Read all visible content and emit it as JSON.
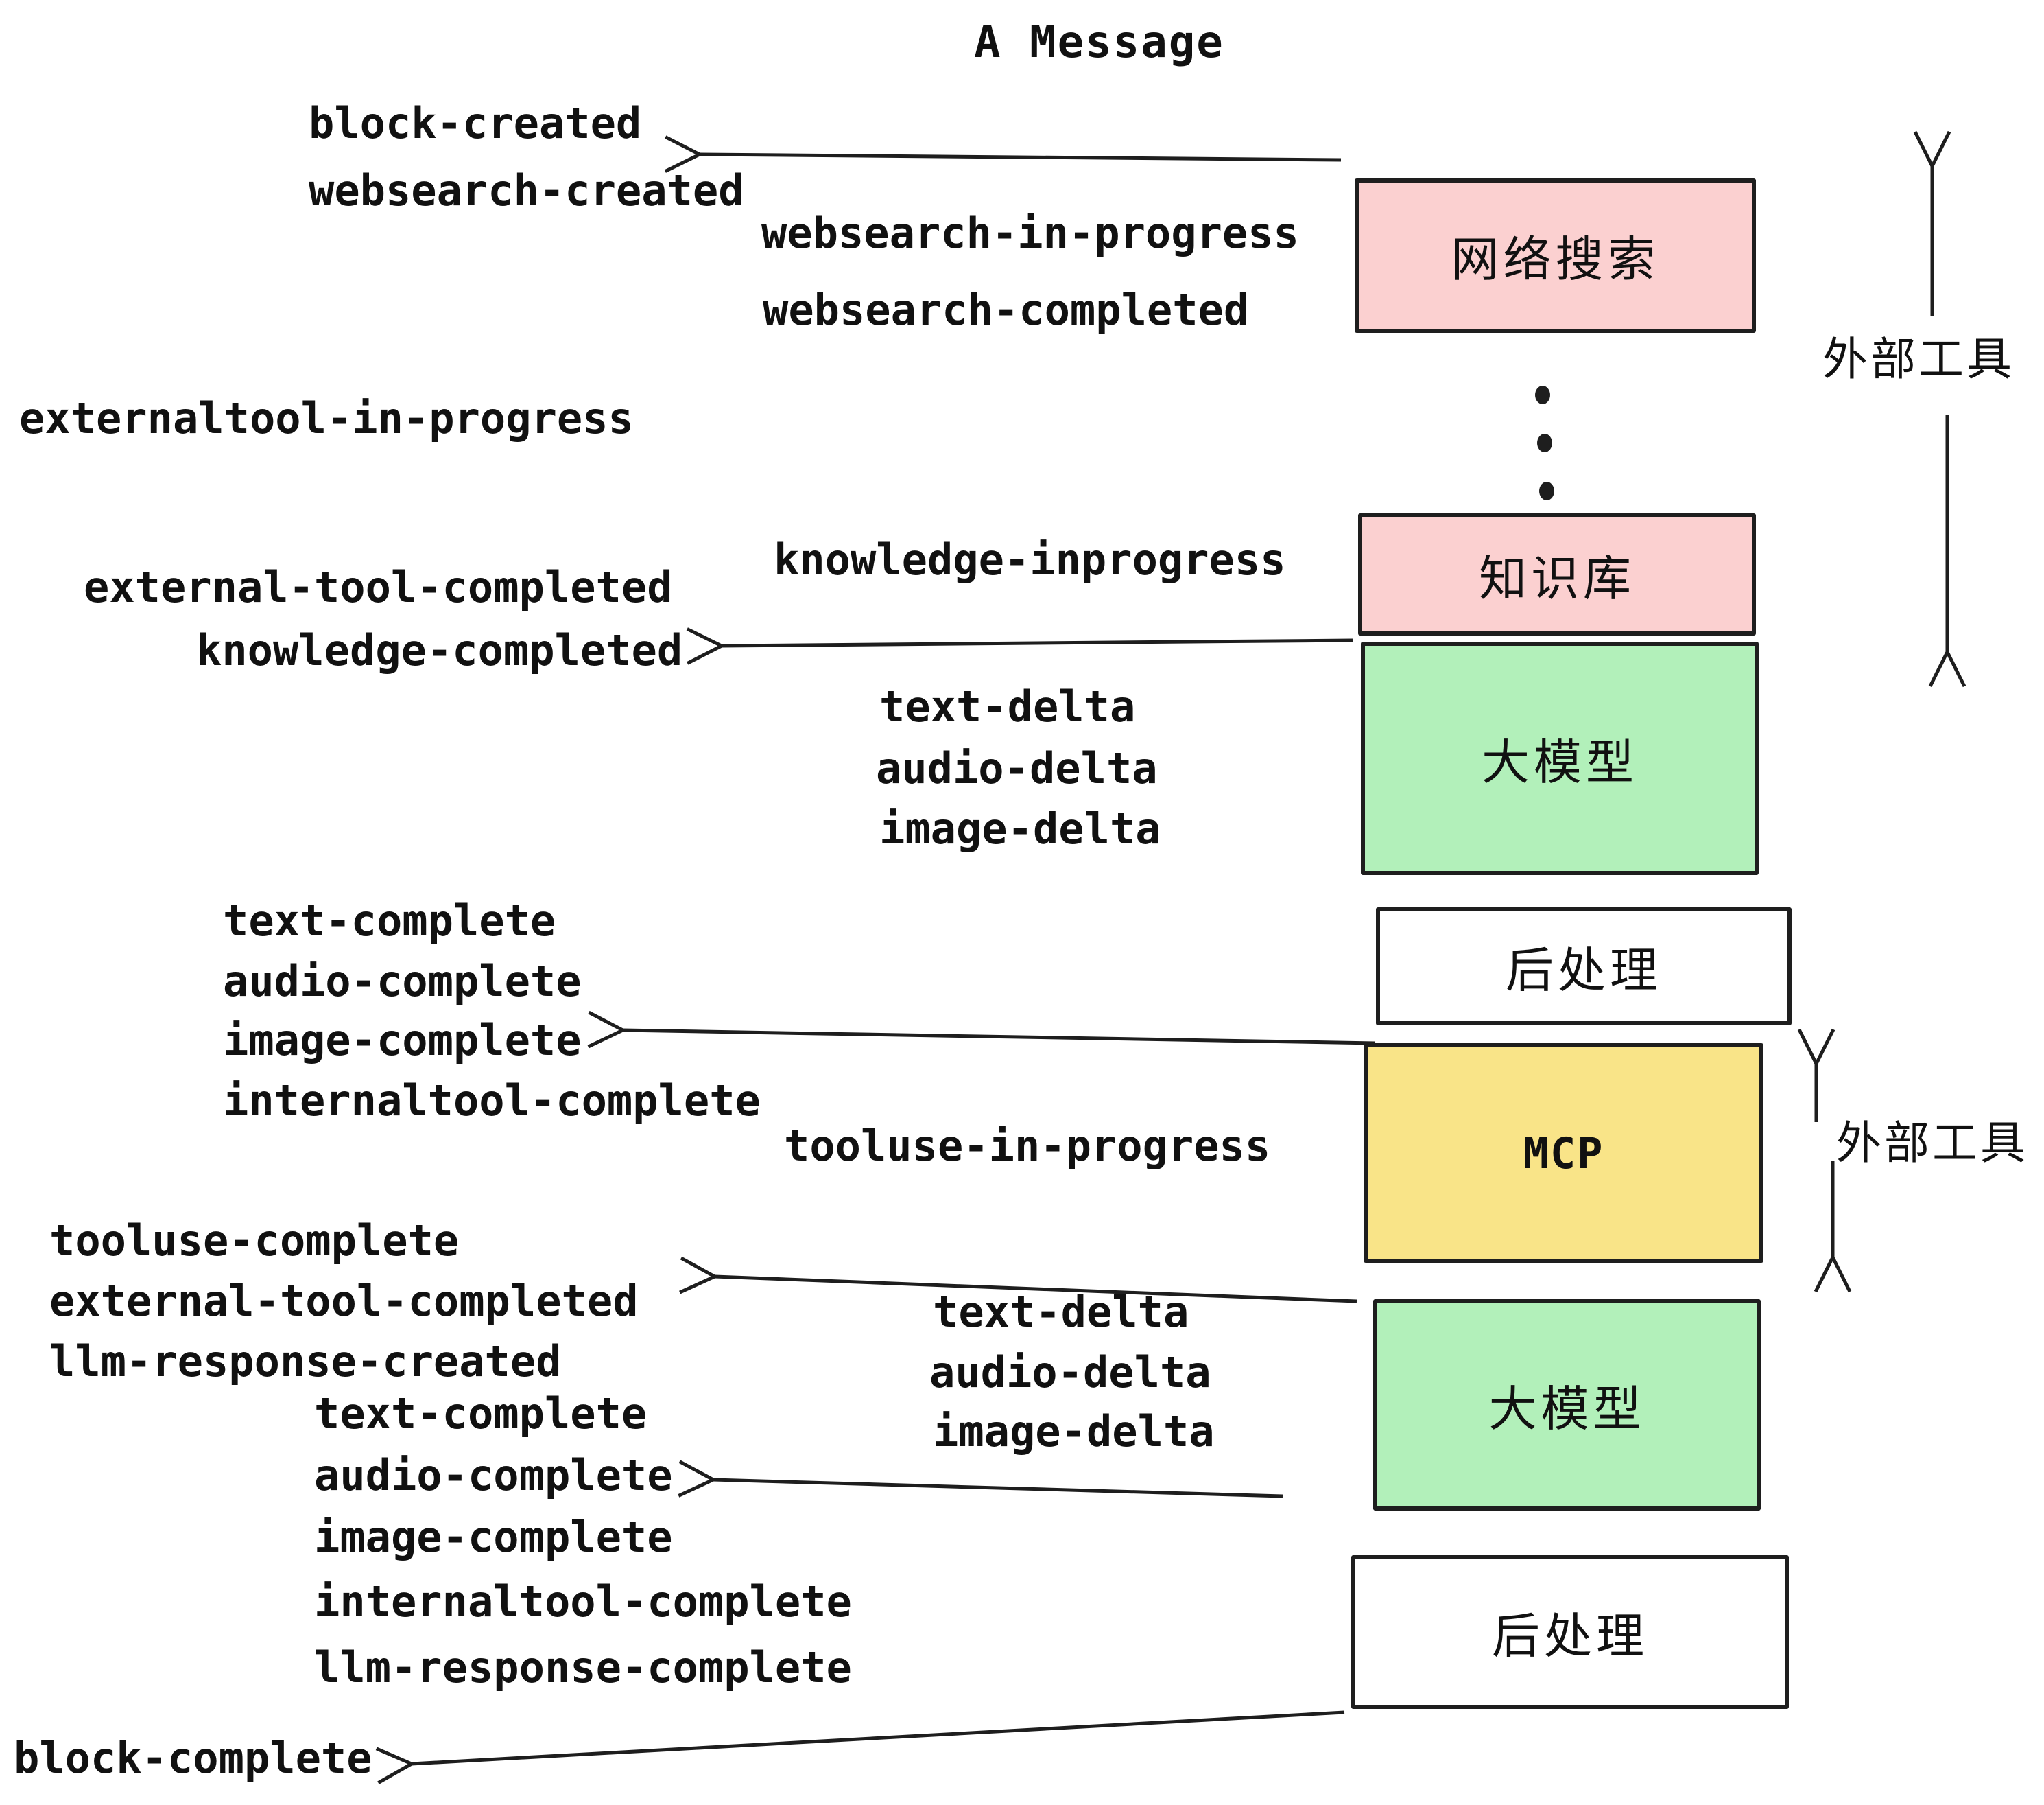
{
  "title": "A Message",
  "colors": {
    "box_pink": "#fbd0d0",
    "box_green": "#b2f0ba",
    "box_yellow": "#f9e488",
    "box_white": "#ffffff",
    "stroke": "#1e1e1e",
    "text": "#111111"
  },
  "boxes": {
    "websearch": {
      "label": "网络搜索"
    },
    "knowledge": {
      "label": "知识库"
    },
    "llm1": {
      "label": "大模型"
    },
    "post1": {
      "label": "后处理"
    },
    "mcp": {
      "label": "MCP"
    },
    "llm2": {
      "label": "大模型"
    },
    "post2": {
      "label": "后处理"
    }
  },
  "side_labels": {
    "external_tools_1": "外部工具",
    "external_tools_2": "外部工具"
  },
  "icons": {
    "ellipsis": "vertical-ellipsis-dots",
    "arrows": "left-pointing-and-vertical-double-arrows"
  },
  "events": {
    "block_created": "block-created",
    "websearch_created": "websearch-created",
    "websearch_in_progress": "websearch-in-progress",
    "websearch_completed": "websearch-completed",
    "externaltool_in_progress": "externaltool-in-progress",
    "knowledge_inprogress": "knowledge-inprogress",
    "external_tool_completed": "external-tool-completed",
    "knowledge_completed": "knowledge-completed",
    "text_delta": "text-delta",
    "audio_delta": "audio-delta",
    "image_delta": "image-delta",
    "text_complete": "text-complete",
    "audio_complete": "audio-complete",
    "image_complete": "image-complete",
    "internaltool_complete": "internaltool-complete",
    "tooluse_in_progress": "tooluse-in-progress",
    "tooluse_complete": "tooluse-complete",
    "external_tool_completed_2": "external-tool-completed",
    "llm_response_created": "llm-response-created",
    "text_delta_2": "text-delta",
    "audio_delta_2": "audio-delta",
    "image_delta_2": "image-delta",
    "text_complete_2": "text-complete",
    "audio_complete_2": "audio-complete",
    "image_complete_2": "image-complete",
    "internaltool_complete_2": "internaltool-complete",
    "llm_response_complete": "llm-response-complete",
    "block_complete": "block-complete"
  }
}
